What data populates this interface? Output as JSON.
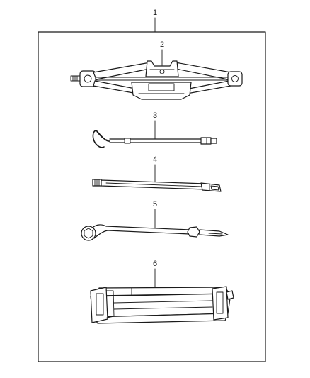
{
  "callouts": {
    "c1": "1",
    "c2": "2",
    "c3": "3",
    "c4": "4",
    "c5": "5",
    "c6": "6"
  },
  "parts": [
    {
      "callout": "2",
      "icon": "scissor-jack-icon"
    },
    {
      "callout": "3",
      "icon": "jack-handle-icon"
    },
    {
      "callout": "4",
      "icon": "extension-bar-icon"
    },
    {
      "callout": "5",
      "icon": "lug-wrench-icon"
    },
    {
      "callout": "6",
      "icon": "tool-bag-icon"
    }
  ],
  "colors": {
    "line": "#1a1a1a",
    "background": "#ffffff"
  }
}
